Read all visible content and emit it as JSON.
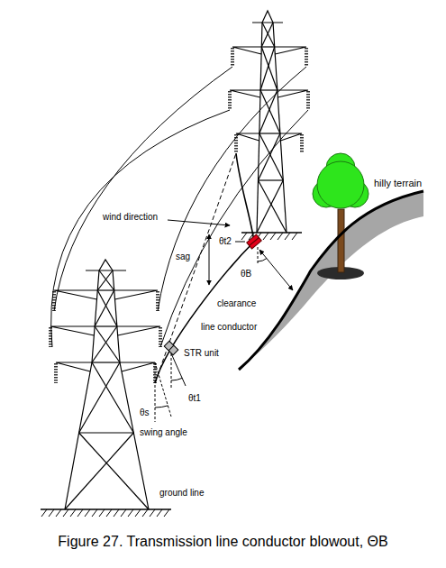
{
  "diagram": {
    "caption": "Figure 27. Transmission line conductor blowout, ΘB",
    "labels": [
      "wind direction",
      "sag",
      "θt2",
      "θB",
      "clearance",
      "line conductor",
      "STR unit",
      "θt1",
      "θs",
      "swing angle",
      "ground line",
      "hilly terrain"
    ]
  }
}
